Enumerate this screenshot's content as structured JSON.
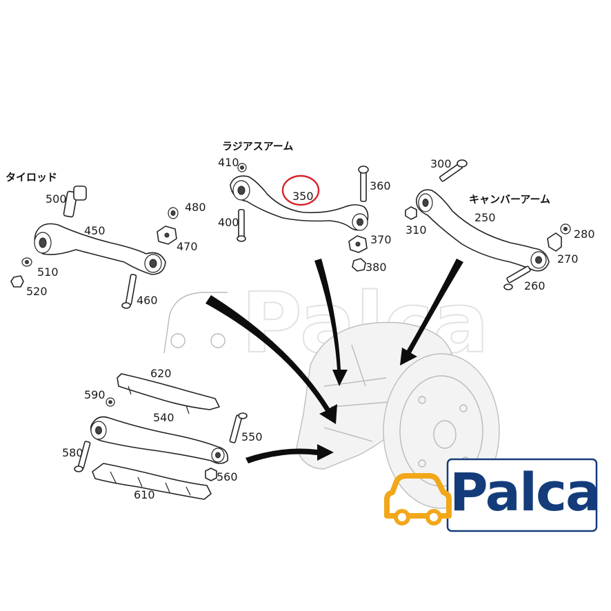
{
  "group_labels": {
    "tie_rod": "タイロッド",
    "radius_arm": "ラジアスアーム",
    "camber_arm": "キャンバーアーム"
  },
  "callouts": {
    "p300": "300",
    "p310": "310",
    "p250": "250",
    "p260": "260",
    "p270": "270",
    "p280": "280",
    "p350": "350",
    "p360": "360",
    "p370": "370",
    "p380": "380",
    "p400": "400",
    "p410": "410",
    "p450": "450",
    "p460": "460",
    "p470": "470",
    "p480": "480",
    "p500": "500",
    "p510": "510",
    "p520": "520",
    "p540": "540",
    "p550": "550",
    "p560": "560",
    "p580": "580",
    "p590": "590",
    "p610": "610",
    "p620": "620"
  },
  "highlight": {
    "part": "350",
    "color": "#d8232a"
  },
  "logo": {
    "text": "Palca",
    "text_color": "#143c7a",
    "car_color": "#f2a71b"
  },
  "watermark": {
    "text": "Palca"
  }
}
